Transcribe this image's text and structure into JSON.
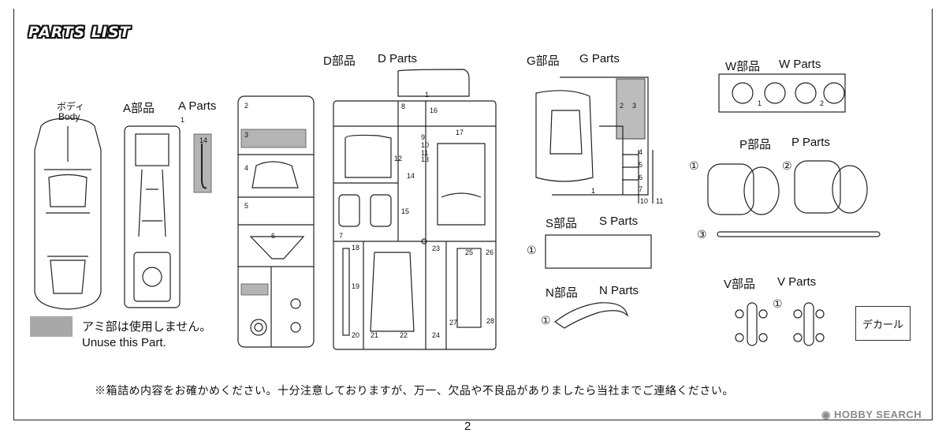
{
  "header": {
    "title": "PARTS LIST"
  },
  "sections": {
    "body": {
      "jp": "ボディ",
      "en": "Body"
    },
    "a": {
      "jp": "A部品",
      "en": "A Parts",
      "nums": [
        "1",
        "14"
      ]
    },
    "d": {
      "jp": "D部品",
      "en": "D Parts",
      "nums": [
        "1",
        "2",
        "3",
        "4",
        "5",
        "6",
        "7",
        "8",
        "9",
        "10",
        "11",
        "12",
        "13",
        "14",
        "15",
        "16",
        "17",
        "18",
        "19",
        "20",
        "21",
        "22",
        "23",
        "24",
        "25",
        "26",
        "27",
        "28"
      ]
    },
    "g": {
      "jp": "G部品",
      "en": "G Parts",
      "nums": [
        "1",
        "2",
        "3",
        "4",
        "5",
        "6",
        "7",
        "10",
        "11"
      ]
    },
    "w": {
      "jp": "W部品",
      "en": "W Parts",
      "nums": [
        "1",
        "2"
      ]
    },
    "p": {
      "jp": "P部品",
      "en": "P Parts",
      "nums": [
        "①",
        "②",
        "③"
      ]
    },
    "s": {
      "jp": "S部品",
      "en": "S Parts",
      "num": "①"
    },
    "n": {
      "jp": "N部品",
      "en": "N Parts",
      "num": "①"
    },
    "v": {
      "jp": "V部品",
      "en": "V Parts",
      "num": "①"
    }
  },
  "legend": {
    "jp": "アミ部は使用しません。",
    "en": "Unuse this Part.",
    "swatch_color": "#a8a8a8"
  },
  "decal": {
    "label": "デカール"
  },
  "note": "※箱詰め内容をお確かめください。十分注意しておりますが、万一、欠品や不良品がありましたら当社までご連絡ください。",
  "page_number": "2",
  "watermark": "HOBBY SEARCH",
  "watermark_icon": "hobby-search-logo-icon"
}
